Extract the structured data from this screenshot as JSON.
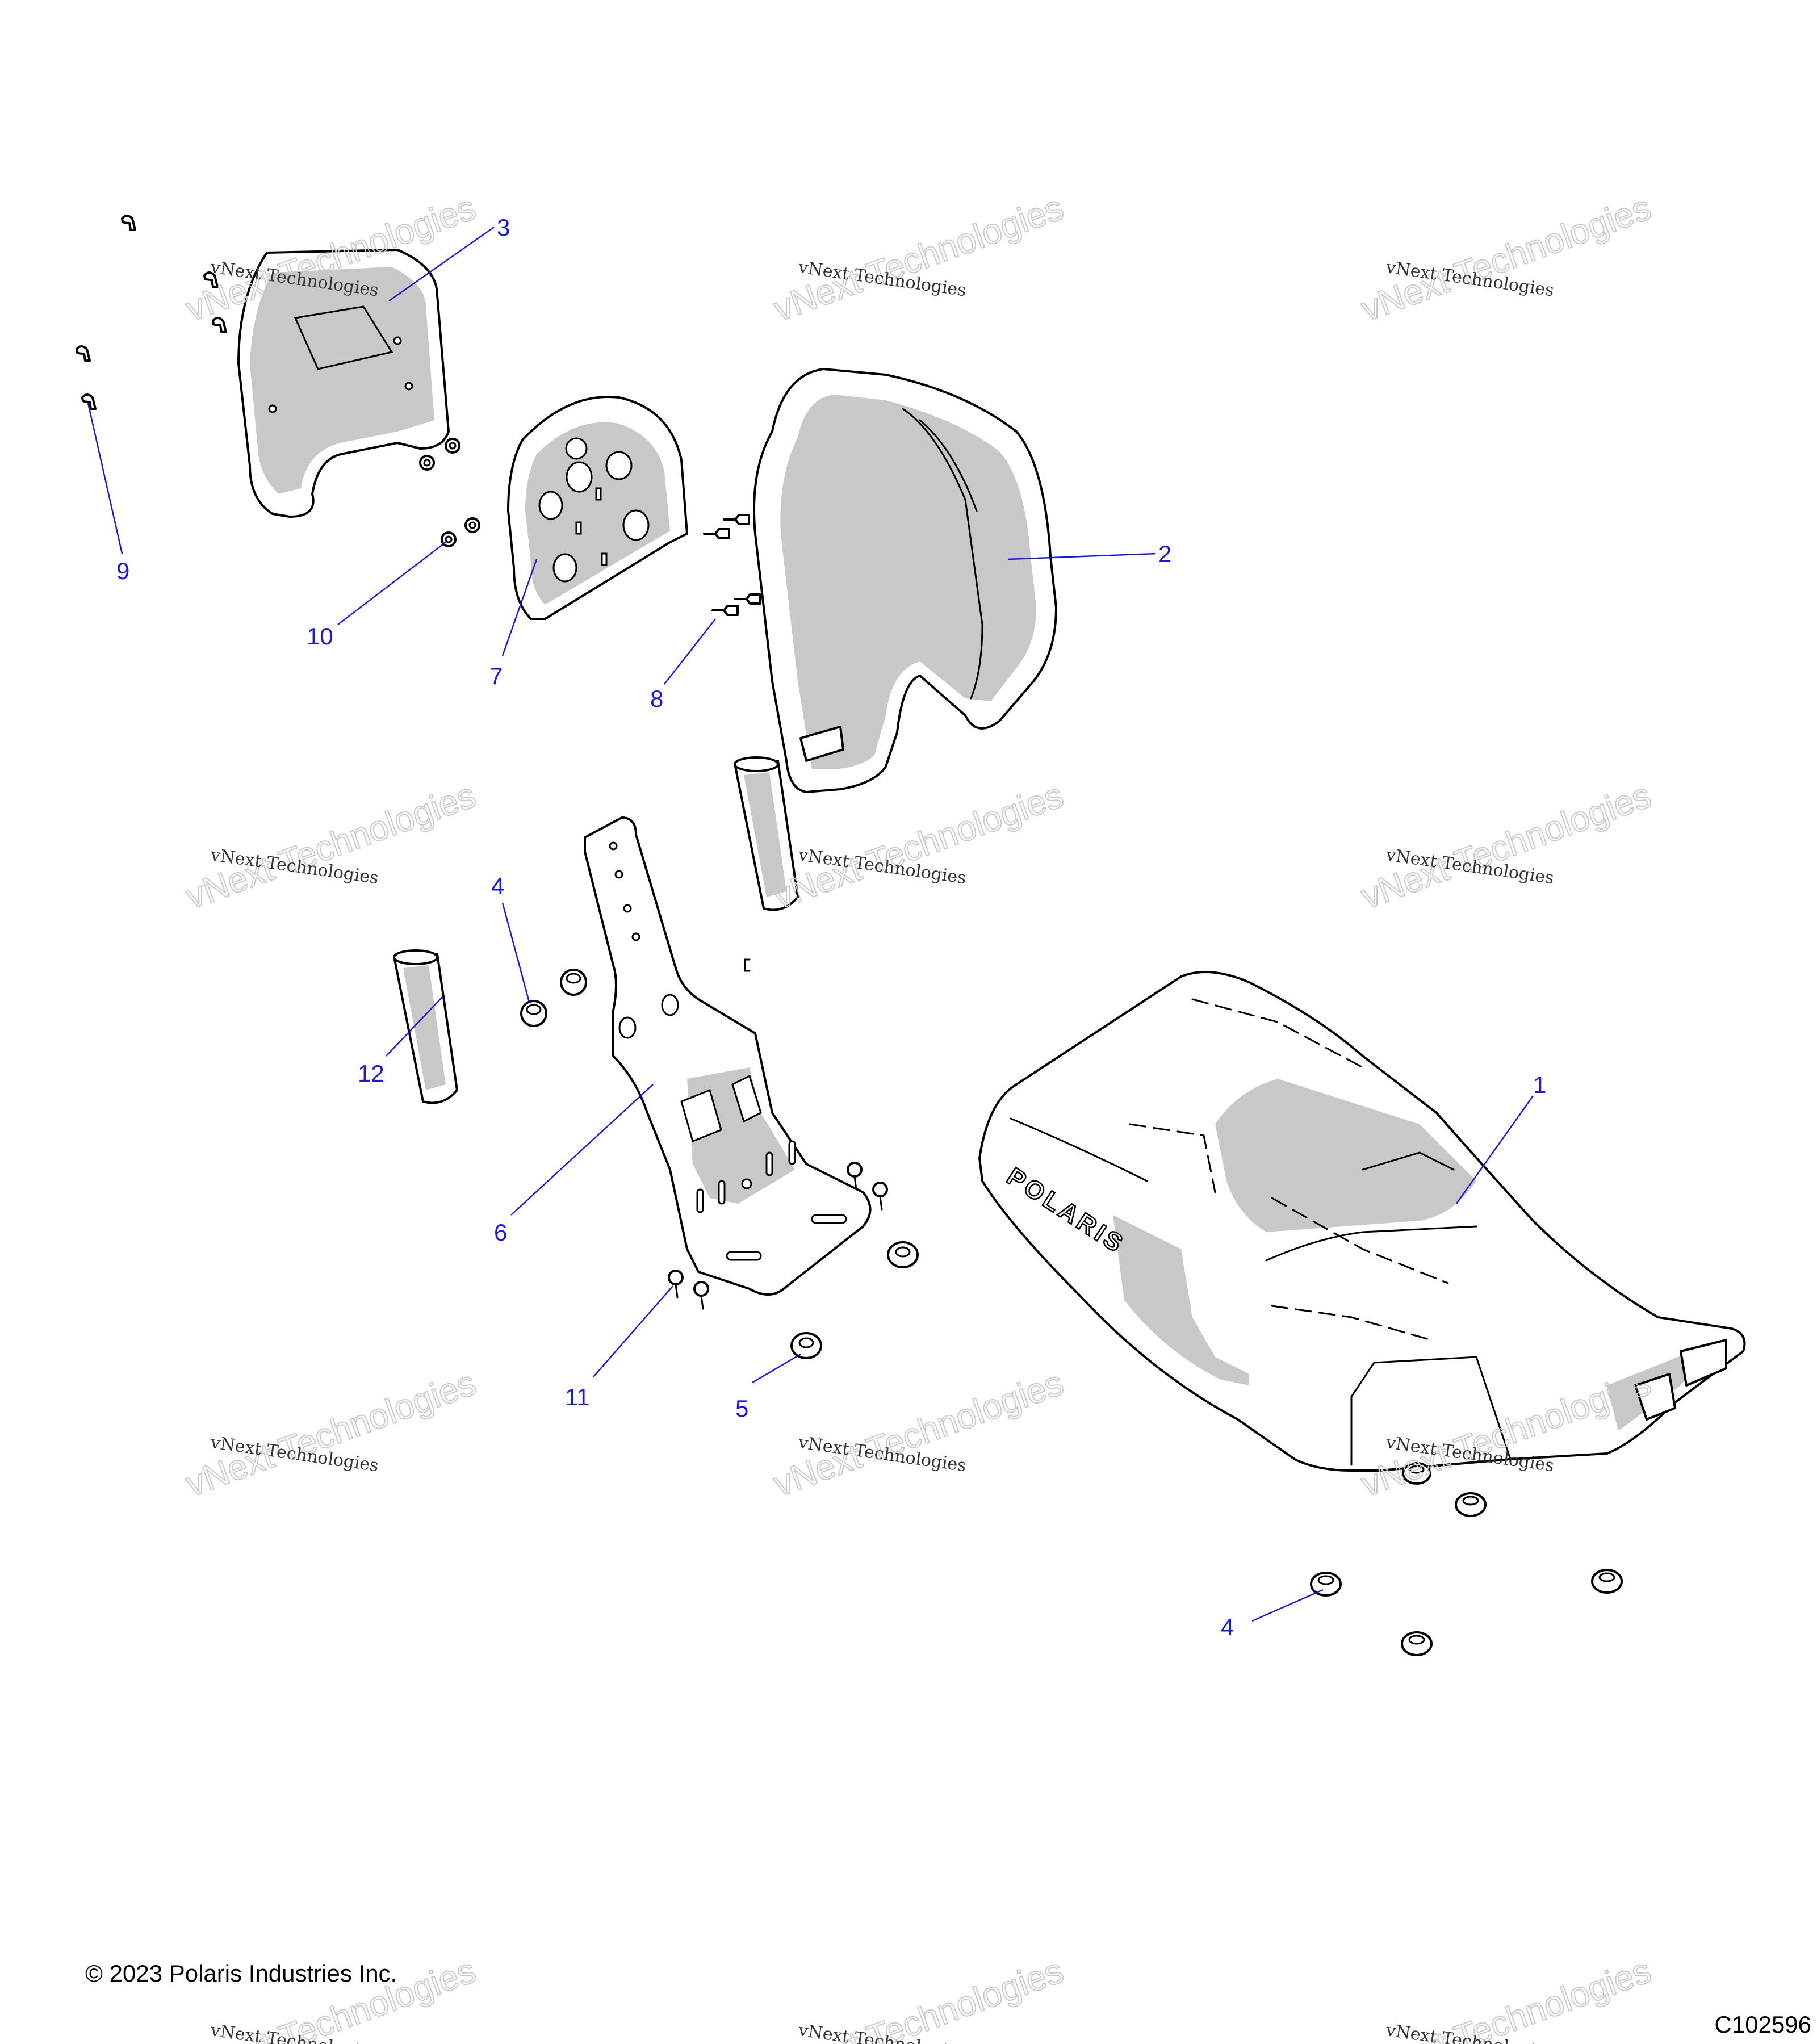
{
  "callouts": [
    {
      "id": "1",
      "label": "1"
    },
    {
      "id": "2",
      "label": "2"
    },
    {
      "id": "3",
      "label": "3"
    },
    {
      "id": "4a",
      "label": "4"
    },
    {
      "id": "4b",
      "label": "4"
    },
    {
      "id": "5",
      "label": "5"
    },
    {
      "id": "6",
      "label": "6"
    },
    {
      "id": "7",
      "label": "7"
    },
    {
      "id": "8",
      "label": "8"
    },
    {
      "id": "9",
      "label": "9"
    },
    {
      "id": "10",
      "label": "10"
    },
    {
      "id": "11",
      "label": "11"
    },
    {
      "id": "12",
      "label": "12"
    }
  ],
  "logo_text": "POLARIS",
  "watermark": {
    "line1": "vNext Technologies",
    "line2": "vNext Technologies"
  },
  "footer": {
    "copyright": "© 2023 Polaris Industries Inc.",
    "diagram_code": "C102596"
  },
  "colors": {
    "callout": "#1a1ad6",
    "shading": "#c8c8c8",
    "line": "#000000"
  }
}
